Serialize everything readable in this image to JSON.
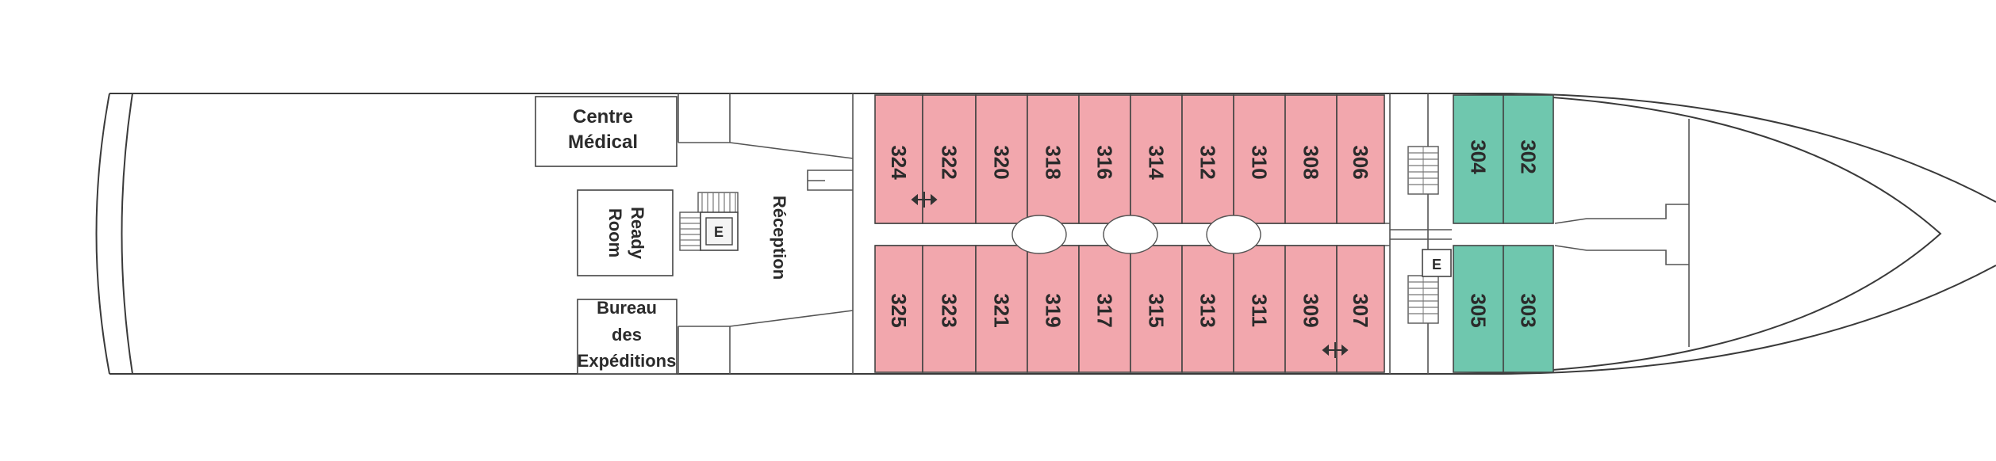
{
  "colors": {
    "standard_cabin": "#f2a7ad",
    "suite_cabin": "#6fc7ae",
    "hull_line": "#3a3a3a",
    "background": "#ffffff"
  },
  "labels": {
    "centre_medical_line1": "Centre",
    "centre_medical_line2": "Médical",
    "ready_room_line1": "Ready",
    "ready_room_line2": "Room",
    "bureau_line1": "Bureau",
    "bureau_line2": "des",
    "bureau_line3": "Expéditions",
    "reception": "Réception",
    "elevator_fore": "E",
    "elevator_mid": "E"
  },
  "cabins": {
    "standard_top": [
      "324",
      "322",
      "320",
      "318",
      "316",
      "314",
      "312",
      "310",
      "308",
      "306"
    ],
    "standard_bottom": [
      "325",
      "323",
      "321",
      "319",
      "317",
      "315",
      "313",
      "311",
      "309",
      "307"
    ],
    "suite_top": [
      "304",
      "302"
    ],
    "suite_bottom": [
      "305",
      "303"
    ]
  },
  "icons": [
    "stairs-icon",
    "elevator-icon",
    "connecting-door-icon"
  ]
}
